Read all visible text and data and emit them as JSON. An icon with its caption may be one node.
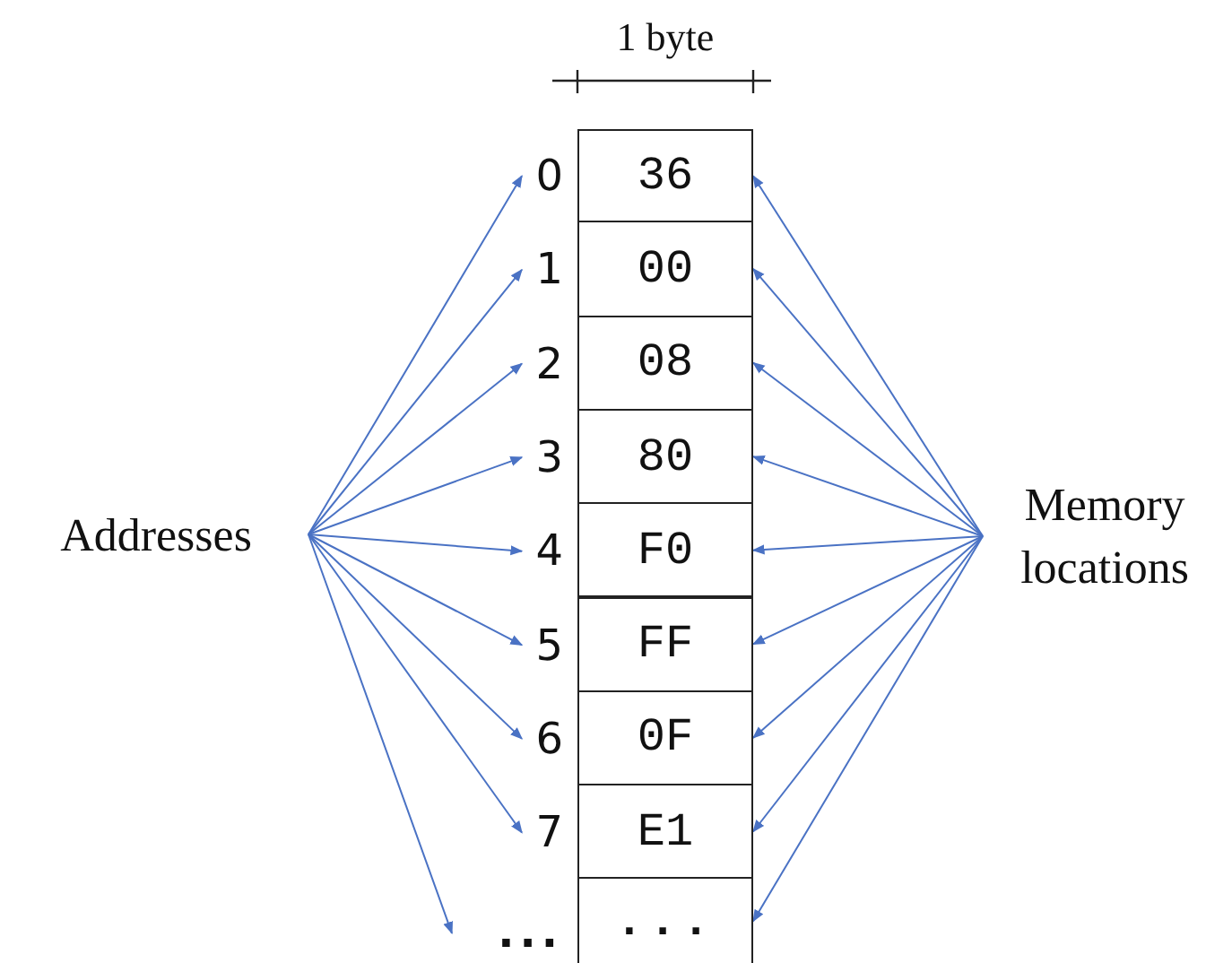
{
  "diagram": {
    "nodes": [
      {
        "text": [
          "Addresses"
        ]
      },
      {
        "text": [
          "Memory locations"
        ]
      },
      {
        "text": [
          "0"
        ]
      },
      {
        "text": [
          "1"
        ]
      },
      {
        "text": [
          "2"
        ]
      },
      {
        "text": [
          "3"
        ]
      },
      {
        "text": [
          "4"
        ]
      },
      {
        "text": [
          "5"
        ]
      },
      {
        "text": [
          "6"
        ]
      },
      {
        "text": [
          "7"
        ]
      },
      {
        "text": [
          "..."
        ]
      },
      {
        "text": [
          "36"
        ]
      },
      {
        "text": [
          "00"
        ]
      },
      {
        "text": [
          "08"
        ]
      },
      {
        "text": [
          "80"
        ]
      },
      {
        "text": [
          "F0"
        ]
      },
      {
        "text": [
          "FF"
        ]
      },
      {
        "text": [
          "0F"
        ]
      },
      {
        "text": [
          "E1"
        ]
      },
      {
        "text": [
          "..."
        ]
      }
    ],
    "edges": [
      {
        "from": 0,
        "to": 2,
        "arrow": "to"
      },
      {
        "from": 0,
        "to": 3,
        "arrow": "to"
      },
      {
        "from": 0,
        "to": 4,
        "arrow": "to"
      },
      {
        "from": 0,
        "to": 5,
        "arrow": "to"
      },
      {
        "from": 0,
        "to": 6,
        "arrow": "to"
      },
      {
        "from": 0,
        "to": 7,
        "arrow": "to"
      },
      {
        "from": 0,
        "to": 8,
        "arrow": "to"
      },
      {
        "from": 0,
        "to": 9,
        "arrow": "to"
      },
      {
        "from": 0,
        "to": 10,
        "arrow": "to"
      },
      {
        "from": 1,
        "to": 11,
        "arrow": "to"
      },
      {
        "from": 1,
        "to": 12,
        "arrow": "to"
      },
      {
        "from": 1,
        "to": 13,
        "arrow": "to"
      },
      {
        "from": 1,
        "to": 14,
        "arrow": "to"
      },
      {
        "from": 1,
        "to": 15,
        "arrow": "to"
      },
      {
        "from": 1,
        "to": 16,
        "arrow": "to"
      },
      {
        "from": 1,
        "to": 17,
        "arrow": "to"
      },
      {
        "from": 1,
        "to": 18,
        "arrow": "to"
      },
      {
        "from": 1,
        "to": 19,
        "arrow": "to"
      }
    ],
    "labels": [
      "1 byte"
    ]
  }
}
